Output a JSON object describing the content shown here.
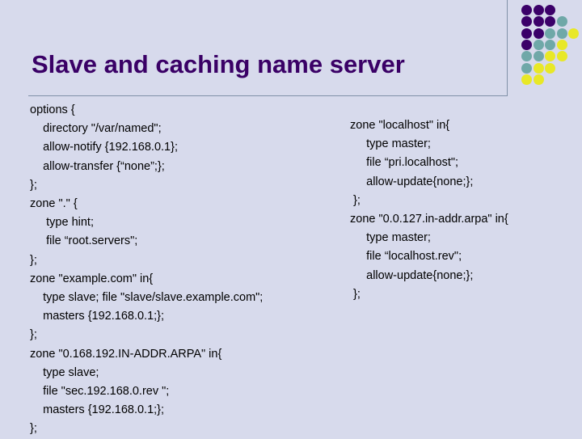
{
  "slide": {
    "title": "Slave and caching name server",
    "background_color": "#d7daec",
    "title_color": "#3a0066",
    "body_text_color": "#000000",
    "border_color": "#8090a8"
  },
  "decor": {
    "name": "dot-grid-decoration",
    "colors": {
      "purple": "#3b0069",
      "teal": "#6fa8a8",
      "yellow": "#e8e827"
    },
    "dots": [
      {
        "col": 0,
        "row": 0,
        "color": "#3b0069"
      },
      {
        "col": 1,
        "row": 0,
        "color": "#3b0069"
      },
      {
        "col": 2,
        "row": 0,
        "color": "#3b0069"
      },
      {
        "col": 0,
        "row": 1,
        "color": "#3b0069"
      },
      {
        "col": 1,
        "row": 1,
        "color": "#3b0069"
      },
      {
        "col": 2,
        "row": 1,
        "color": "#3b0069"
      },
      {
        "col": 3,
        "row": 1,
        "color": "#6fa8a8"
      },
      {
        "col": 0,
        "row": 2,
        "color": "#3b0069"
      },
      {
        "col": 1,
        "row": 2,
        "color": "#3b0069"
      },
      {
        "col": 2,
        "row": 2,
        "color": "#6fa8a8"
      },
      {
        "col": 3,
        "row": 2,
        "color": "#6fa8a8"
      },
      {
        "col": 4,
        "row": 2,
        "color": "#e8e827"
      },
      {
        "col": 0,
        "row": 3,
        "color": "#3b0069"
      },
      {
        "col": 1,
        "row": 3,
        "color": "#6fa8a8"
      },
      {
        "col": 2,
        "row": 3,
        "color": "#6fa8a8"
      },
      {
        "col": 3,
        "row": 3,
        "color": "#e8e827"
      },
      {
        "col": 0,
        "row": 4,
        "color": "#6fa8a8"
      },
      {
        "col": 1,
        "row": 4,
        "color": "#6fa8a8"
      },
      {
        "col": 2,
        "row": 4,
        "color": "#e8e827"
      },
      {
        "col": 3,
        "row": 4,
        "color": "#e8e827"
      },
      {
        "col": 0,
        "row": 5,
        "color": "#6fa8a8"
      },
      {
        "col": 1,
        "row": 5,
        "color": "#e8e827"
      },
      {
        "col": 2,
        "row": 5,
        "color": "#e8e827"
      },
      {
        "col": 0,
        "row": 6,
        "color": "#e8e827"
      },
      {
        "col": 1,
        "row": 6,
        "color": "#e8e827"
      }
    ]
  },
  "body": {
    "left_column": [
      "options {",
      "    directory \"/var/named\";",
      "    allow-notify {192.168.0.1};",
      "    allow-transfer {“none”;};",
      "};",
      "zone \".\" {",
      "     type hint;",
      "     file “root.servers\";",
      "};",
      "zone \"example.com\" in{",
      "    type slave; file \"slave/slave.example.com\";",
      "    masters {192.168.0.1;};",
      "};",
      "zone \"0.168.192.IN-ADDR.ARPA\" in{",
      "    type slave;",
      "    file \"sec.192.168.0.rev \";",
      "    masters {192.168.0.1;};",
      "};"
    ],
    "right_column": [
      "zone \"localhost\" in{",
      "     type master;",
      "     file “pri.localhost\";",
      "     allow-update{none;};",
      " };",
      "zone \"0.0.127.in-addr.arpa\" in{",
      "     type master;",
      "     file “localhost.rev\";",
      "     allow-update{none;};",
      " };"
    ]
  }
}
